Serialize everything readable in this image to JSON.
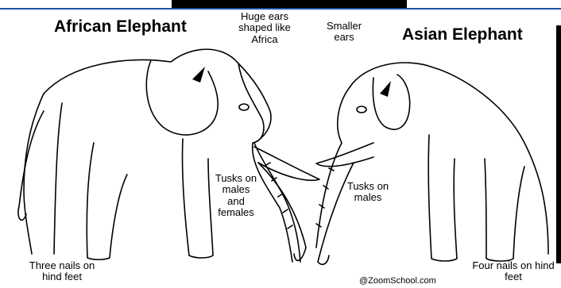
{
  "labels": {
    "african_title": "African Elephant",
    "asian_title": "Asian Elephant",
    "huge_ears": "Huge ears shaped like Africa",
    "smaller_ears": "Smaller ears",
    "tusks_african": "Tusks on males and females",
    "tusks_asian": "Tusks on males",
    "three_nails": "Three nails on hind feet",
    "four_nails": "Four nails on hind feet",
    "credit": "@ZoomSchool.com"
  }
}
